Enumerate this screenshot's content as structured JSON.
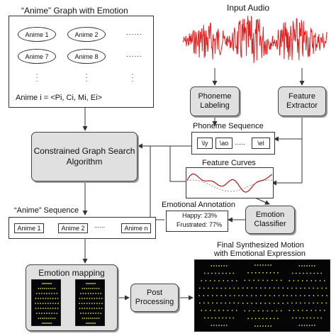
{
  "graph_panel": {
    "title": "“Anime” Graph with Emotion",
    "nodes": [
      "Anime 1",
      "Anime 2",
      "Anime 7",
      "Anime 8"
    ],
    "dots": "......",
    "formula": "Anime i = <Pi, Ci, Mi, Ei>"
  },
  "input_audio": {
    "label": "Input Audio"
  },
  "phoneme_labeling": {
    "label": "Phoneme Labeling"
  },
  "feature_extractor": {
    "label": "Feature Extractor"
  },
  "phoneme_sequence": {
    "title": "Phoneme Sequence",
    "items": [
      "\\ly",
      "\\ao",
      "......",
      "\\el"
    ]
  },
  "search_algorithm": {
    "label": "Constrained Graph Search Algorithm"
  },
  "feature_curves": {
    "label": "Feature Curves"
  },
  "emotional_annotation": {
    "title": "Emotional Annotation",
    "happy": "Happy: 23%",
    "frustrated": "Frustrated: 77%"
  },
  "emotion_classifier": {
    "label": "Emotion Classifier"
  },
  "anime_sequence": {
    "title": "“Anime” Sequence",
    "items": [
      "Anime 1",
      "Anime 2",
      "......",
      "Anime n"
    ]
  },
  "emotion_mapping": {
    "label": "Emotion mapping"
  },
  "post_processing": {
    "label": "Post Processing"
  },
  "final_motion": {
    "title_line1": "Final Synthesized Motion",
    "title_line2": "with Emotional Expression"
  },
  "colors": {
    "waveform": "#e02020",
    "curve": "#b01818",
    "mesh": "#d8e040",
    "box": "#e0e0e0"
  }
}
